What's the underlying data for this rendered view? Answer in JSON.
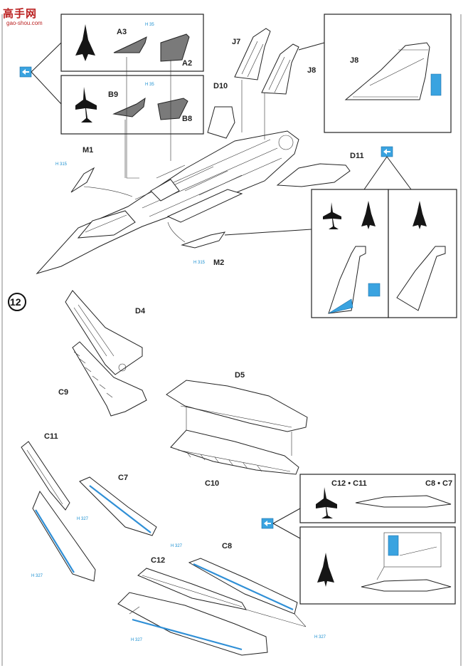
{
  "watermark": {
    "brand": "高手网",
    "url": "gao-shou.com"
  },
  "step": "12",
  "paint_codes": {
    "h35": "H 35",
    "h315": "H 315",
    "h327": "H 327"
  },
  "parts": {
    "a3": "A3",
    "a2": "A2",
    "b9": "B9",
    "b8": "B8",
    "j7": "J7",
    "j8": "J8",
    "j8_detail": "J8",
    "d10": "D10",
    "d11": "D11",
    "m1": "M1",
    "m2": "M2",
    "d4": "D4",
    "c9": "C9",
    "d5": "D5",
    "c10": "C10",
    "c11": "C11",
    "c7": "C7",
    "c12": "C12",
    "c8": "C8",
    "c12_c11": "C12 • C11",
    "c8_c7": "C8 • C7"
  },
  "icons": [
    "option-arrow-icon",
    "aircraft-silhouette-icon",
    "paint-badge-icon",
    "fin-silhouette-icon"
  ],
  "colors": {
    "accent": "#3aa3e0",
    "ink": "#151515",
    "grey": "#7a7a7a"
  }
}
